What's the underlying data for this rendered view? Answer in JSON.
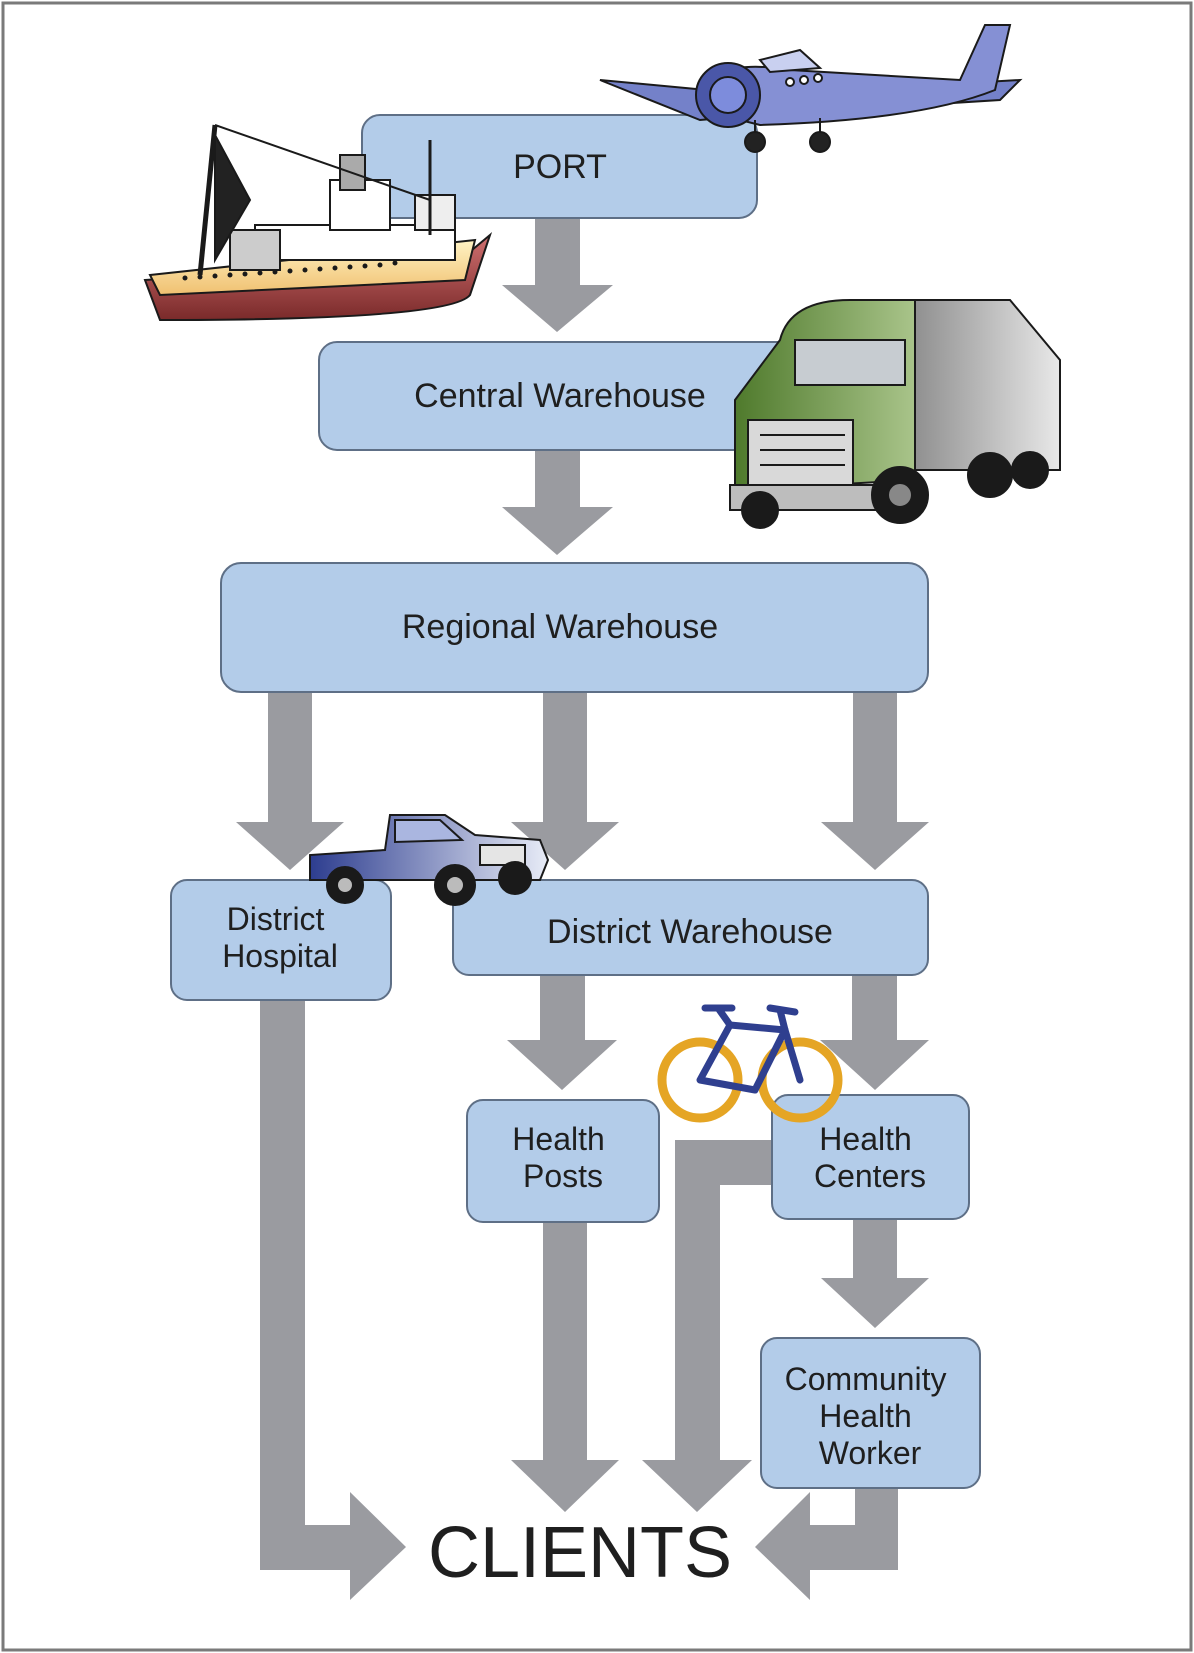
{
  "nodes": {
    "port": [
      "PORT"
    ],
    "central_warehouse": [
      "Central Warehouse"
    ],
    "regional_warehouse": [
      "Regional Warehouse"
    ],
    "district_hospital": [
      "District",
      "Hospital"
    ],
    "district_warehouse": [
      "District Warehouse"
    ],
    "health_posts": [
      "Health",
      "Posts"
    ],
    "health_centers": [
      "Health",
      "Centers"
    ],
    "community_health_worker": [
      "Community",
      "Health",
      "Worker"
    ],
    "clients": [
      "CLIENTS"
    ]
  },
  "colors": {
    "box_fill": "#b3cce9",
    "box_stroke": "#5e6f86",
    "arrow": "#9a9ba0",
    "frame": "#7a7a7a"
  },
  "icons": [
    "airplane-icon",
    "ship-icon",
    "truck-icon",
    "pickup-truck-icon",
    "bicycle-icon"
  ]
}
